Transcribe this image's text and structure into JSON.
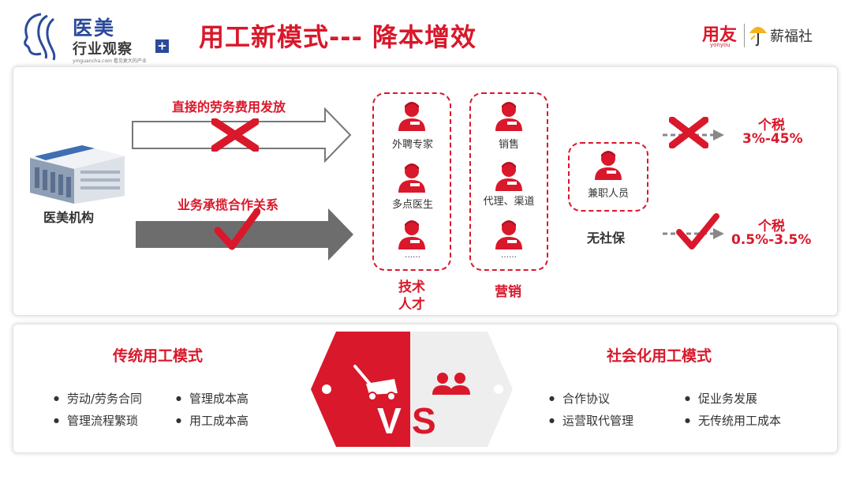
{
  "header": {
    "logo_line1": "医美",
    "logo_line2": "行业观察",
    "logo_plus": "+",
    "logo_url": "ymguancha.com 看见更大的产业",
    "title": "用工新模式---  降本增效",
    "brand_yonyou": "用友",
    "brand_yonyou_sub": "yonyou",
    "brand_xinfushe": "薪福社"
  },
  "top": {
    "org_label": "医美机构",
    "arrow_top_label": "直接的劳务费用发放",
    "arrow_bottom_label": "业务承揽合作关系",
    "tech_group": {
      "items": [
        "外聘专家",
        "多点医生",
        "……"
      ],
      "label_line1": "技术",
      "label_line2": "人才"
    },
    "sales_group": {
      "items": [
        "销售",
        "代理、渠道",
        "……"
      ],
      "label": "营销"
    },
    "parttime_label": "兼职人员",
    "no_social_label": "无社保",
    "tax_top": {
      "line1": "个税",
      "line2": "3%-45%"
    },
    "tax_bottom": {
      "line1": "个税",
      "line2": "0.5%-3.5%"
    }
  },
  "bottom": {
    "left_title": "传统用工模式",
    "left_items": [
      "劳动/劳务合同",
      "管理成本高",
      "管理流程繁琐",
      "用工成本高"
    ],
    "vs_v": "V",
    "vs_s": "S",
    "right_title": "社会化用工模式",
    "right_items": [
      "合作协议",
      "促业务发展",
      "运营取代管理",
      "无传统用工成本"
    ]
  },
  "colors": {
    "accent": "#d9182b",
    "gray_arrow": "#6d6d6d",
    "brand_blue": "#2b4a9a"
  }
}
